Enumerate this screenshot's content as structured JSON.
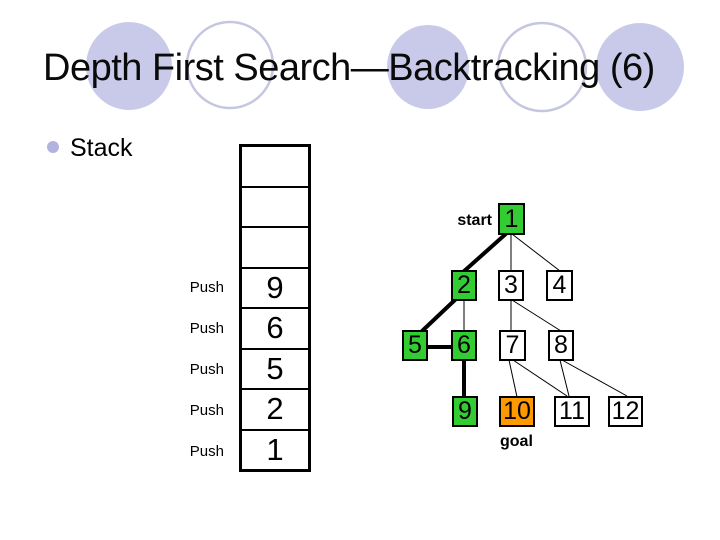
{
  "title": "Depth First Search—Backtracking (6)",
  "bullet": {
    "label": "Stack"
  },
  "stack": {
    "push_label": "Push",
    "cells": [
      "",
      "",
      "",
      "9",
      "6",
      "5",
      "2",
      "1"
    ]
  },
  "tree": {
    "start_label": "start",
    "goal_label": "goal",
    "nodes": [
      {
        "id": 1,
        "label": "1",
        "state": "visited"
      },
      {
        "id": 2,
        "label": "2",
        "state": "visited"
      },
      {
        "id": 3,
        "label": "3",
        "state": "unvisited"
      },
      {
        "id": 4,
        "label": "4",
        "state": "unvisited"
      },
      {
        "id": 5,
        "label": "5",
        "state": "visited"
      },
      {
        "id": 6,
        "label": "6",
        "state": "visited"
      },
      {
        "id": 7,
        "label": "7",
        "state": "unvisited"
      },
      {
        "id": 8,
        "label": "8",
        "state": "unvisited"
      },
      {
        "id": 9,
        "label": "9",
        "state": "visited"
      },
      {
        "id": 10,
        "label": "10",
        "state": "goal"
      },
      {
        "id": 11,
        "label": "11",
        "state": "unvisited"
      },
      {
        "id": 12,
        "label": "12",
        "state": "unvisited"
      }
    ],
    "edges": [
      {
        "from": 1,
        "to": 2,
        "style": "thick"
      },
      {
        "from": 1,
        "to": 3,
        "style": "thin"
      },
      {
        "from": 1,
        "to": 4,
        "style": "thin"
      },
      {
        "from": 2,
        "to": 5,
        "style": "thick"
      },
      {
        "from": 2,
        "to": 6,
        "style": "thin"
      },
      {
        "from": 5,
        "to": 6,
        "style": "thick"
      },
      {
        "from": 6,
        "to": 9,
        "style": "thick"
      },
      {
        "from": 3,
        "to": 7,
        "style": "thin"
      },
      {
        "from": 3,
        "to": 8,
        "style": "thin"
      },
      {
        "from": 7,
        "to": 10,
        "style": "thin"
      },
      {
        "from": 7,
        "to": 11,
        "style": "thin"
      },
      {
        "from": 8,
        "to": 11,
        "style": "thin"
      },
      {
        "from": 8,
        "to": 12,
        "style": "thin"
      }
    ]
  },
  "colors": {
    "visited": "#33cc33",
    "goal": "#ff9900",
    "unvisited": "#ffffff",
    "circle_fill": "#c9cae9",
    "circle_stroke": "#c5c6e0",
    "bullet": "#b2b3de"
  }
}
